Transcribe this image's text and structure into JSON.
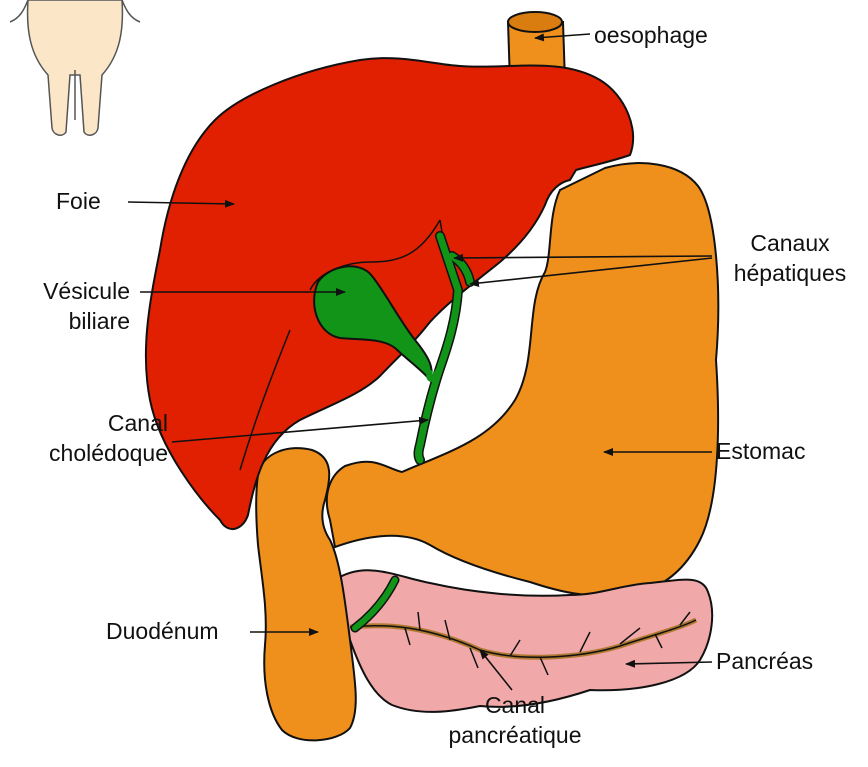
{
  "labels": {
    "oesophage": "oesophage",
    "foie": "Foie",
    "canaux_line1": "Canaux",
    "canaux_line2": "hépatiques",
    "vesicule_line1": "Vésicule",
    "vesicule_line2": "biliare",
    "choledoque_line1": "Canal",
    "choledoque_line2": "cholédoque",
    "estomac": "Estomac",
    "duodenum": "Duodénum",
    "pancreas": "Pancréas",
    "pancreatique_line1": "Canal",
    "pancreatique_line2": "pancréatique"
  },
  "colors": {
    "liver": "#e02000",
    "stomach": "#f0901c",
    "duodenum": "#f0901c",
    "pancreas": "#f0a8a8",
    "gallbladder": "#119418",
    "bile_duct": "#119418",
    "pancreatic_duct": "#b07830",
    "outline": "#111111",
    "figure_skin": "#fbe6c8"
  }
}
